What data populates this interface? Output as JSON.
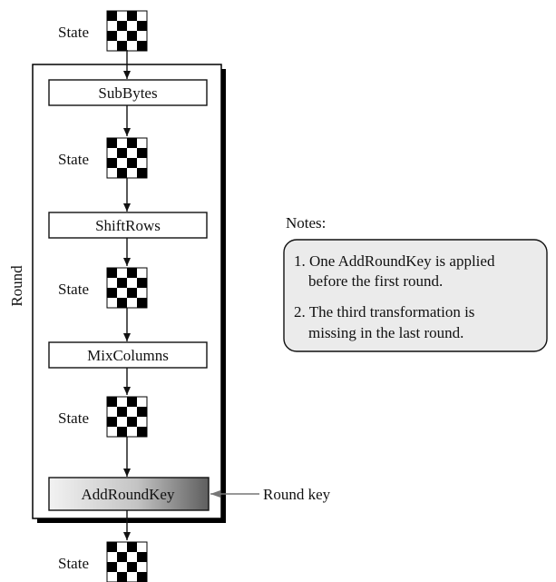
{
  "diagram": {
    "state_label": "State",
    "round_label": "Round",
    "round_key_label": "Round key",
    "steps": [
      "SubBytes",
      "ShiftRows",
      "MixColumns",
      "AddRoundKey"
    ],
    "notes_title": "Notes:",
    "notes": [
      [
        "1. One AddRoundKey is applied",
        "before the first round."
      ],
      [
        "2. The third transformation is",
        "missing in the last round."
      ]
    ]
  }
}
